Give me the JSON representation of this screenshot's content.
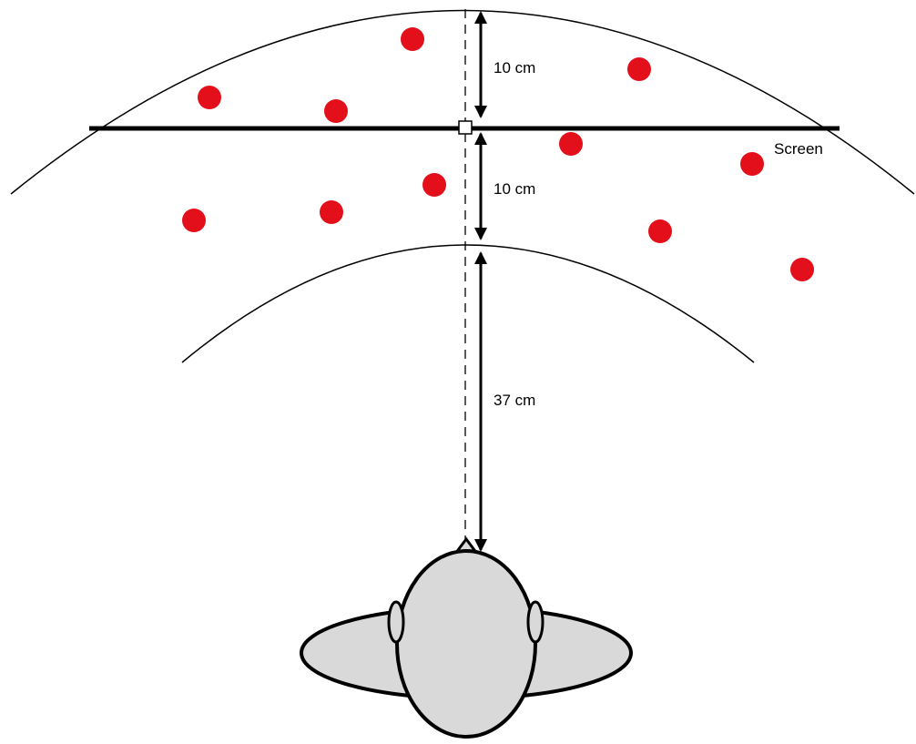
{
  "labels": {
    "upper_distance": "10 cm",
    "lower_distance": "10 cm",
    "viewing_distance": "37 cm",
    "screen": "Screen"
  },
  "colors": {
    "dot": "#e3101c",
    "head_fill": "#d9d9d9",
    "ink": "#000000",
    "fixation_fill": "#ffffff"
  },
  "icons": {
    "dot": "red-dot",
    "head": "head-top-view",
    "fixation": "fixation-square"
  }
}
